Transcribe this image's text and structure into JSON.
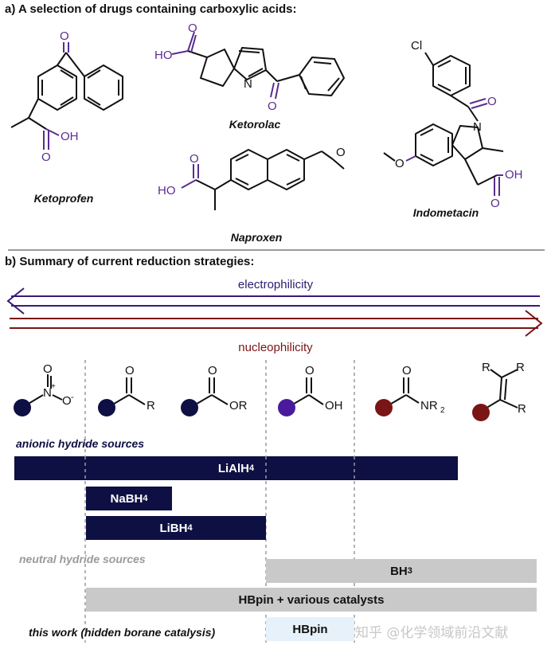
{
  "section_a": {
    "title": "a) A selection of drugs containing carboxylic acids:",
    "drugs": [
      "Ketoprofen",
      "Ketorolac",
      "Naproxen",
      "Indometacin"
    ]
  },
  "section_b": {
    "title": "b) Summary of current reduction strategies:",
    "arrow_top_label": "electrophilicity",
    "arrow_bottom_label": "nucleophilicity",
    "groups": [
      "nitro",
      "ketone",
      "ester",
      "carboxylic acid",
      "amide",
      "alkene"
    ],
    "group_labels": {
      "nitro_n": "N",
      "nitro_o1": "O",
      "nitro_o2": "O",
      "plus": "+",
      "minus": "-",
      "ketone_r": "R",
      "ester_or": "OR",
      "acid_oh": "OH",
      "amide_nr2": "NR",
      "amide_sub": "2",
      "alkene_r": "R",
      "o": "O"
    },
    "anionic_label": "anionic hydride sources",
    "neutral_label": "neutral hydride sources",
    "thiswork_label": "this work (hidden borane catalysis)",
    "bars": {
      "liaih4": {
        "main": "LiAlH",
        "sub": "4"
      },
      "nabh4": {
        "main": "NaBH",
        "sub": "4"
      },
      "libh4": {
        "main": "LiBH",
        "sub": "4"
      },
      "bh3": {
        "main": "BH",
        "sub": "3"
      },
      "hbpin_cat": "HBpin + various catalysts",
      "hbpin": "HBpin"
    }
  },
  "structure_labels": {
    "O": "O",
    "OH": "OH",
    "HO": "HO",
    "N": "N",
    "Cl": "Cl"
  },
  "watermark": "知乎 @化学领域前沿文献",
  "colors": {
    "navy": "#0e0f43",
    "purple": "#3b1a7a",
    "acid_purple": "#4a1a9c",
    "dark_red": "#7a1515",
    "gray_bar": "#c9c9c9",
    "light_bar": "#e7f1fa",
    "atom_purple": "#5a2d91"
  }
}
